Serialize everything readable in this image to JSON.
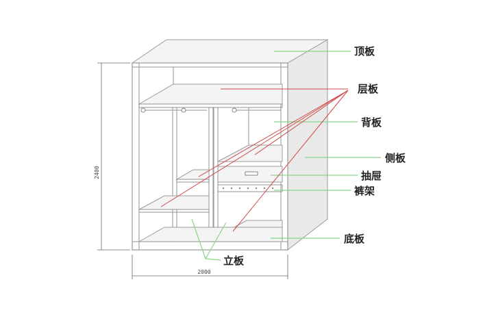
{
  "diagram": {
    "labels": {
      "top_panel": "顶板",
      "shelf_panel": "层板",
      "back_panel": "背板",
      "side_panel": "侧板",
      "drawer": "抽屉",
      "trouser_rack": "裤架",
      "bottom_panel": "底板",
      "vertical_panel": "立板"
    },
    "dimensions": {
      "height": "2400",
      "width": "2000"
    },
    "colors": {
      "label_leader": "#86d486",
      "shelf_leader": "#d14848",
      "outline": "#9a9a9a"
    }
  }
}
